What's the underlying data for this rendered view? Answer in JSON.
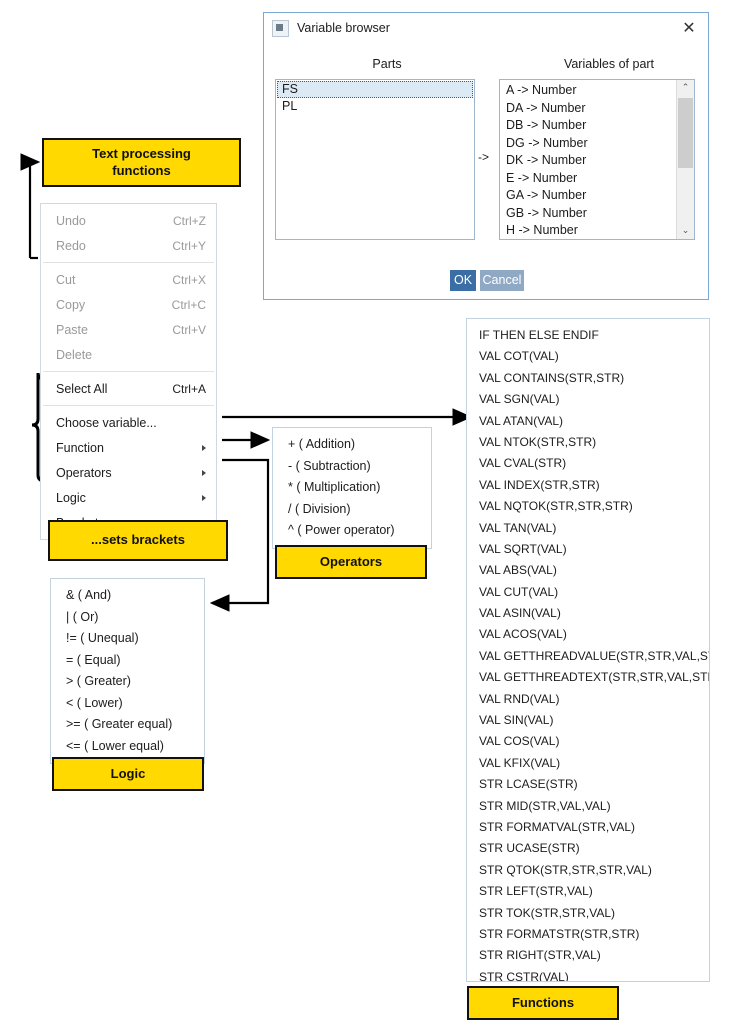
{
  "dialog": {
    "title": "Variable browser",
    "icon": "app-icon",
    "close_icon": "✕",
    "parts_header": "Parts",
    "variables_header": "Variables of part",
    "transfer_label": "->",
    "parts": [
      {
        "label": "FS",
        "selected": true
      },
      {
        "label": "PL",
        "selected": false
      }
    ],
    "variables": [
      "A -> Number",
      "DA -> Number",
      "DB -> Number",
      "DG -> Number",
      "DK -> Number",
      "E -> Number",
      "GA -> Number",
      "GB -> Number",
      "H -> Number"
    ],
    "scroll_up_icon": "⌃",
    "scroll_down_icon": "⌄",
    "ok_label": "OK",
    "cancel_label": "Cancel",
    "ok_color": "#3a6ea5",
    "cancel_color": "#8fa9c4"
  },
  "context_menu": {
    "groups": [
      {
        "items": [
          {
            "label": "Undo",
            "accel": "Ctrl+Z",
            "enabled": false,
            "submenu": false
          },
          {
            "label": "Redo",
            "accel": "Ctrl+Y",
            "enabled": false,
            "submenu": false
          }
        ]
      },
      {
        "items": [
          {
            "label": "Cut",
            "accel": "Ctrl+X",
            "enabled": false,
            "submenu": false
          },
          {
            "label": "Copy",
            "accel": "Ctrl+C",
            "enabled": false,
            "submenu": false
          },
          {
            "label": "Paste",
            "accel": "Ctrl+V",
            "enabled": false,
            "submenu": false
          },
          {
            "label": "Delete",
            "accel": "",
            "enabled": false,
            "submenu": false
          }
        ]
      },
      {
        "items": [
          {
            "label": "Select All",
            "accel": "Ctrl+A",
            "enabled": true,
            "submenu": false
          }
        ]
      },
      {
        "items": [
          {
            "label": "Choose variable...",
            "accel": "",
            "enabled": true,
            "submenu": false
          },
          {
            "label": "Function",
            "accel": "",
            "enabled": true,
            "submenu": true
          },
          {
            "label": "Operators",
            "accel": "",
            "enabled": true,
            "submenu": true
          },
          {
            "label": "Logic",
            "accel": "",
            "enabled": true,
            "submenu": true
          },
          {
            "label": "Brackets",
            "accel": "",
            "enabled": true,
            "submenu": false
          }
        ]
      }
    ]
  },
  "operators_menu": {
    "items": [
      "+ ( Addition)",
      "- ( Subtraction)",
      "* ( Multiplication)",
      "/ ( Division)",
      "^ ( Power operator)"
    ]
  },
  "logic_menu": {
    "items": [
      "& ( And)",
      "| ( Or)",
      "!= ( Unequal)",
      "= ( Equal)",
      "> ( Greater)",
      "< ( Lower)",
      ">= ( Greater equal)",
      "<= ( Lower equal)"
    ]
  },
  "functions_menu": {
    "items": [
      "IF THEN ELSE ENDIF",
      "VAL COT(VAL)",
      "VAL CONTAINS(STR,STR)",
      "VAL SGN(VAL)",
      "VAL ATAN(VAL)",
      "VAL NTOK(STR,STR)",
      "VAL CVAL(STR)",
      "VAL INDEX(STR,STR)",
      "VAL NQTOK(STR,STR,STR)",
      "VAL TAN(VAL)",
      "VAL SQRT(VAL)",
      "VAL ABS(VAL)",
      "VAL CUT(VAL)",
      "VAL ASIN(VAL)",
      "VAL ACOS(VAL)",
      "VAL GETTHREADVALUE(STR,STR,VAL,STR)",
      "VAL GETTHREADTEXT(STR,STR,VAL,STR)",
      "VAL RND(VAL)",
      "VAL SIN(VAL)",
      "VAL COS(VAL)",
      "VAL KFIX(VAL)",
      "STR LCASE(STR)",
      "STR MID(STR,VAL,VAL)",
      "STR FORMATVAL(STR,VAL)",
      "STR UCASE(STR)",
      "STR QTOK(STR,STR,STR,VAL)",
      "STR LEFT(STR,VAL)",
      "STR TOK(STR,STR,VAL)",
      "STR FORMATSTR(STR,STR)",
      "STR RIGHT(STR,VAL)",
      "STR CSTR(VAL)"
    ]
  },
  "annotations": {
    "color": "#ffd900",
    "text_processing": "Text processing\nfunctions",
    "text_processing_line1": "Text processing",
    "text_processing_line2": "functions",
    "brackets": "...sets brackets",
    "operators": "Operators",
    "logic": "Logic",
    "functions": "Functions"
  }
}
